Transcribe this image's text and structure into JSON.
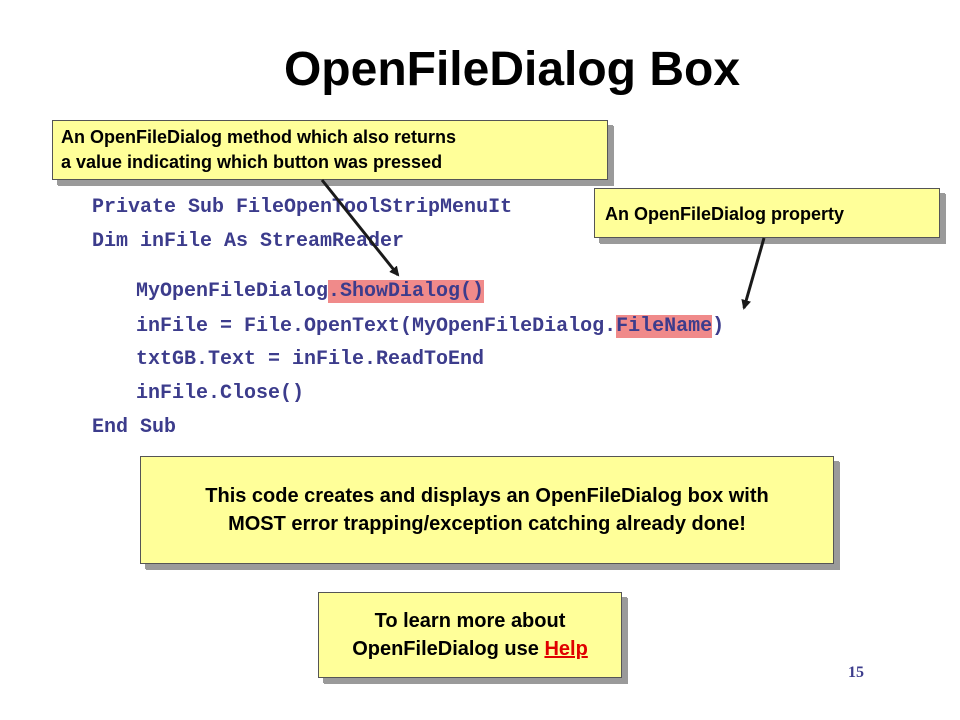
{
  "slide": {
    "title": "OpenFileDialog Box",
    "page_number": "15"
  },
  "code": {
    "line1": "Private Sub FileOpenToolStripMenuIt",
    "line2": "Dim inFile As StreamReader",
    "line3_pre": "MyOpenFileDialog",
    "line3_hl": ".ShowDialog()",
    "line4_pre": "inFile = File.OpenText(MyOpenFileDialog.",
    "line4_hl": "FileName",
    "line4_post": ")",
    "line5": "txtGB.Text = inFile.ReadToEnd",
    "line6": "inFile.Close()",
    "line7": "End Sub"
  },
  "callouts": {
    "method_line1": "An OpenFileDialog method which also returns",
    "method_line2": "a value indicating which button was pressed",
    "property": "An OpenFileDialog property",
    "info_line1": "This code creates and displays an OpenFileDialog box with",
    "info_line2": "MOST error trapping/exception catching already done!",
    "help_line1": "To learn more about",
    "help_line2_pre": "OpenFileDialog use ",
    "help_link": "Help"
  },
  "colors": {
    "callout_fill": "#ffff99",
    "code_text": "#3c3c8c",
    "highlight": "#f08a8a",
    "link": "#e00000"
  }
}
